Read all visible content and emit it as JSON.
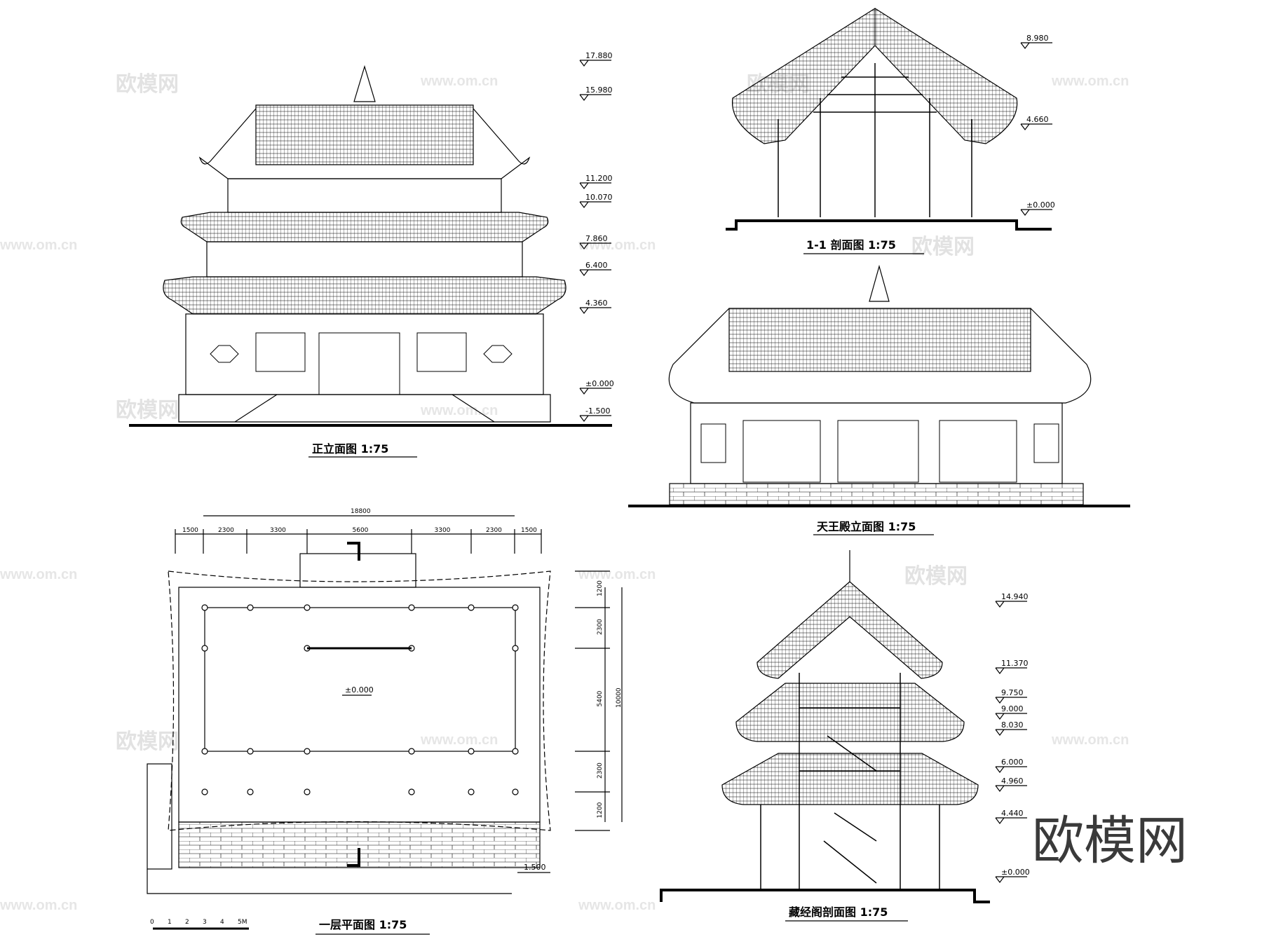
{
  "watermark": {
    "brand": "欧模网",
    "url": "www.om.cn"
  },
  "front_elevation": {
    "title": "正立面图  1:75",
    "levels": [
      "17.880",
      "15.980",
      "11.200",
      "10.070",
      "7.860",
      "6.400",
      "4.360",
      "±0.000",
      "-1.500"
    ]
  },
  "section_1_1": {
    "title": "1-1  剖面图    1:75",
    "levels": [
      "8.980",
      "4.660",
      "±0.000"
    ]
  },
  "tianwang_elevation": {
    "title": "天王殿立面图 1:75"
  },
  "floor_plan": {
    "title": "一层平面图 1:75",
    "total_width": "18800",
    "top_dims": [
      "1500",
      "2300",
      "3300",
      "5600",
      "3300",
      "2300",
      "1500"
    ],
    "right_dims": [
      "1200",
      "2300",
      "5400",
      "2300",
      "1200"
    ],
    "right_total": "10000",
    "floor_level": "±0.000",
    "ground_level": "-1.500",
    "scale_bar": [
      "0",
      "1",
      "2",
      "3",
      "4",
      "5M"
    ]
  },
  "cangjing_section": {
    "title": "藏经阁剖面图 1:75",
    "levels": [
      "14.940",
      "11.370",
      "9.750",
      "9.000",
      "8.030",
      "6.000",
      "4.960",
      "4.440",
      "±0.000"
    ]
  }
}
